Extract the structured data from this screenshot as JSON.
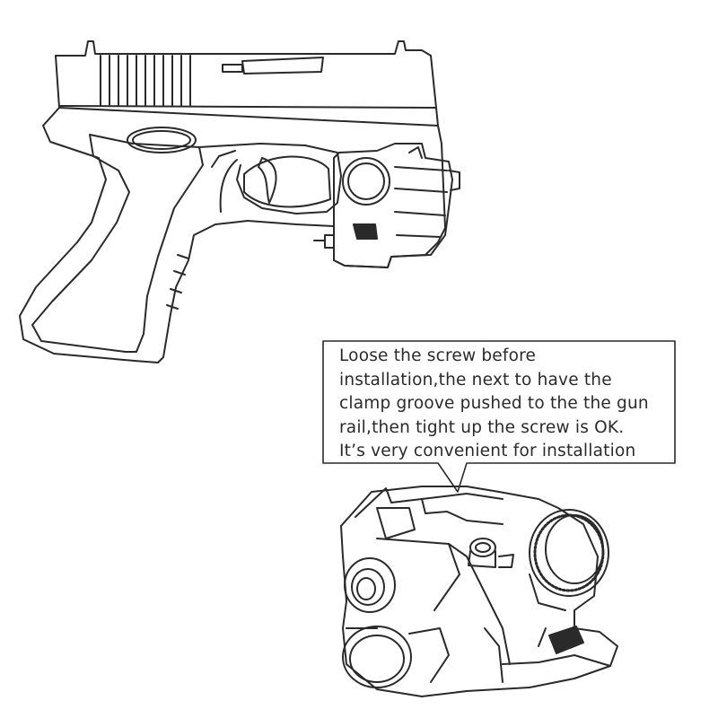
{
  "callout": {
    "lines": [
      "Loose the screw before",
      "installation,the next to have the",
      "clamp groove pushed to the the gun",
      "rail,then tight up the screw is OK.",
      "It’s very convenient for installation"
    ]
  },
  "colors": {
    "line": "#2a2a2a",
    "background": "#ffffff"
  },
  "illustrations": {
    "top": "pistol-with-light-laser-icon",
    "bottom": "light-module-closeup-icon"
  }
}
